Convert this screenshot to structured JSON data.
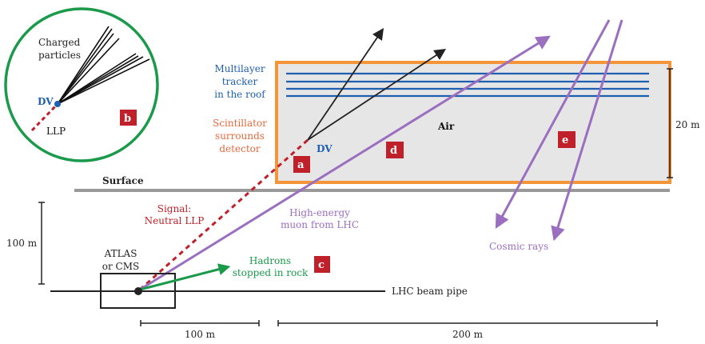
{
  "colors": {
    "green": "#1a9a4a",
    "blue": "#1f5fb0",
    "orange": "#f5953a",
    "red": "#c0202a",
    "purple": "#9b6fc0",
    "gray": "#999999",
    "detector_fill": "#e6e6e6"
  },
  "inset": {
    "tracks_label": [
      "Charged",
      "particles"
    ],
    "dv": "DV",
    "llp": "LLP",
    "tag": "b"
  },
  "detector": {
    "tracker_label": [
      "Multilayer",
      "tracker",
      "in the roof"
    ],
    "scint_label": [
      "Scintillator",
      "surrounds",
      "detector"
    ],
    "air": "Air",
    "height": "20 m",
    "dv": "DV",
    "tag_a": "a",
    "tag_d": "d",
    "tag_e": "e"
  },
  "surface": "Surface",
  "signal": [
    "Signal:",
    "Neutral LLP"
  ],
  "muon": [
    "High-energy",
    "muon from LHC"
  ],
  "hadrons": [
    "Hadrons",
    "stopped in rock"
  ],
  "tag_c": "c",
  "depth": "100 m",
  "atlas": [
    "ATLAS",
    "or CMS"
  ],
  "beam": "LHC beam pipe",
  "cosmic": "Cosmic rays",
  "scale": {
    "left": "100 m",
    "right": "200 m"
  }
}
